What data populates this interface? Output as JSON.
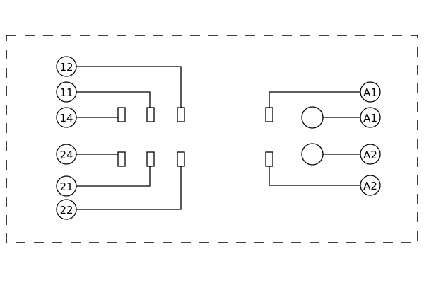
{
  "terminals": {
    "t12": "12",
    "t11": "11",
    "t14": "14",
    "t24": "24",
    "t21": "21",
    "t22": "22",
    "a1_top": "A1",
    "a1_bottom": "A1",
    "a2_top": "A2",
    "a2_bottom": "A2"
  },
  "colors": {
    "line": "#000000",
    "background": "#ffffff"
  }
}
